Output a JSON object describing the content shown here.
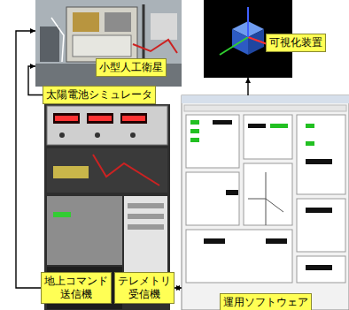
{
  "diagram": {
    "nodes": [
      {
        "text": [
          "小型人工衛星"
        ]
      },
      {
        "text": [
          "可視化装置"
        ]
      },
      {
        "text": [
          "太陽電池シミュレータ"
        ]
      },
      {
        "text": [
          "地上コマンド 送信機"
        ]
      },
      {
        "text": [
          "テレメトリ 受信機"
        ]
      },
      {
        "text": [
          "運用ソフトウェア"
        ]
      }
    ],
    "edges": [
      {
        "from": 2,
        "to": 0,
        "arrow": "to"
      },
      {
        "from": 3,
        "to": 0,
        "arrow": "to"
      },
      {
        "from": 4,
        "to": 5,
        "arrow": "both"
      },
      {
        "from": 5,
        "to": 1,
        "arrow": "to"
      }
    ]
  }
}
